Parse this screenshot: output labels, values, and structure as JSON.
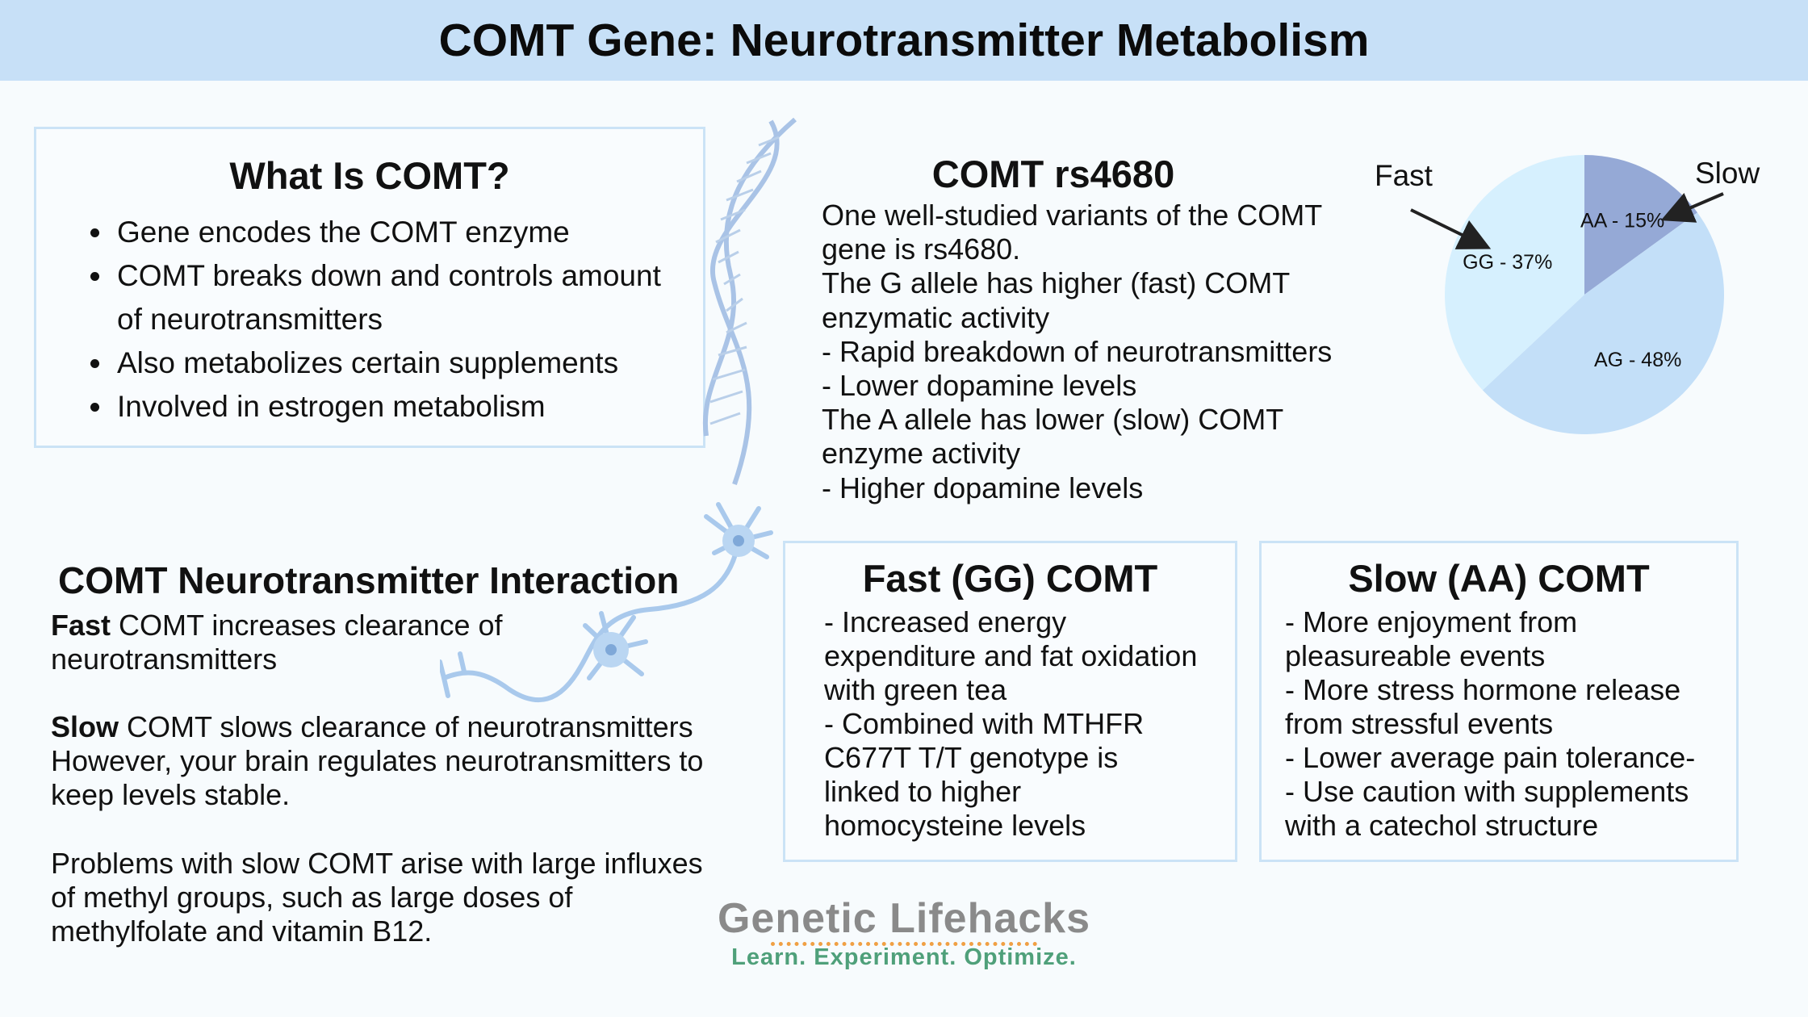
{
  "header": {
    "title": "COMT Gene: Neurotransmitter Metabolism"
  },
  "what_is": {
    "title": "What Is COMT?",
    "bullets": [
      "Gene encodes the COMT enzyme",
      "COMT breaks down and controls amount of neurotransmitters",
      "Also metabolizes certain supplements",
      "Involved in estrogen metabolism"
    ]
  },
  "rs4680": {
    "title": "COMT rs4680",
    "lines": [
      "One well-studied variants of the COMT",
      "gene is rs4680.",
      "The G allele has higher (fast) COMT",
      "enzymatic activity",
      "- Rapid breakdown of neurotransmitters",
      "- Lower dopamine levels",
      "The A allele has lower (slow) COMT",
      "enzyme activity",
      "- Higher dopamine levels"
    ]
  },
  "chart_data": {
    "type": "pie",
    "slices": [
      {
        "label": "AA - 15%",
        "value": 15,
        "color": "#95a9d6"
      },
      {
        "label": "AG - 48%",
        "value": 48,
        "color": "#c3dff8"
      },
      {
        "label": "GG - 37%",
        "value": 37,
        "color": "#d6f0fe"
      }
    ],
    "annotations": {
      "fast": "Fast",
      "slow": "Slow"
    }
  },
  "interaction": {
    "title": "COMT Neurotransmitter Interaction",
    "fast_bold": "Fast",
    "fast_rest": " COMT increases clearance of\nneurotransmitters",
    "slow_bold": "Slow",
    "slow_rest": " COMT slows clearance of neurotransmitters\nHowever, your brain regulates neurotransmitters to\nkeep levels stable.",
    "problems": "Problems with slow COMT arise with large influxes\nof methyl groups, such as large doses of\nmethylfolate and vitamin B12."
  },
  "fast_box": {
    "title": "Fast (GG) COMT",
    "text": "- Increased energy\nexpenditure and fat oxidation\nwith green tea\n- Combined with MTHFR\nC677T T/T genotype is\nlinked to higher\nhomocysteine levels"
  },
  "slow_box": {
    "title": "Slow (AA) COMT",
    "text": "- More enjoyment from\npleasureable events\n- More stress hormone release\nfrom stressful events\n- Lower average pain tolerance-\n- Use caution with supplements\nwith a catechol structure"
  },
  "logo": {
    "name": "Genetic Lifehacks",
    "tagline": "Learn. Experiment. Optimize."
  }
}
